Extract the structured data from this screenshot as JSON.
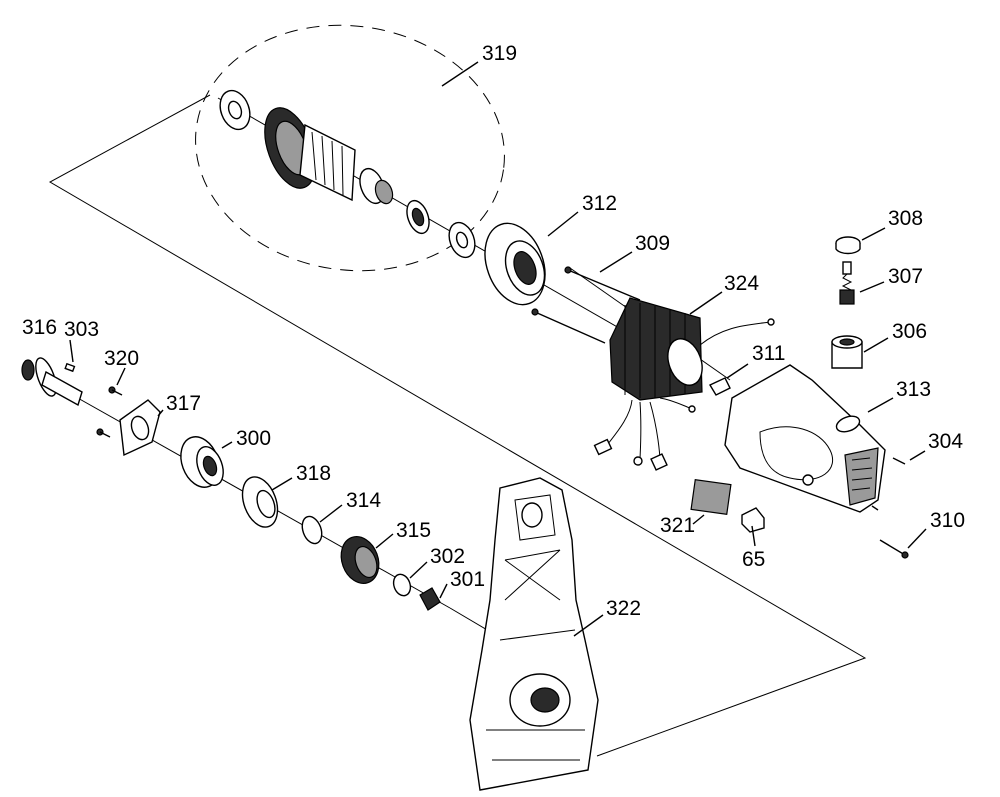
{
  "diagram": {
    "labels": {
      "p319": "319",
      "p312": "312",
      "p309": "309",
      "p324": "324",
      "p308": "308",
      "p307": "307",
      "p306": "306",
      "p311": "311",
      "p313": "313",
      "p304": "304",
      "p310": "310",
      "p321": "321",
      "p65": "65",
      "p316": "316",
      "p303": "303",
      "p320": "320",
      "p317": "317",
      "p300": "300",
      "p318": "318",
      "p314": "314",
      "p315": "315",
      "p302": "302",
      "p301": "301",
      "p322": "322"
    }
  }
}
